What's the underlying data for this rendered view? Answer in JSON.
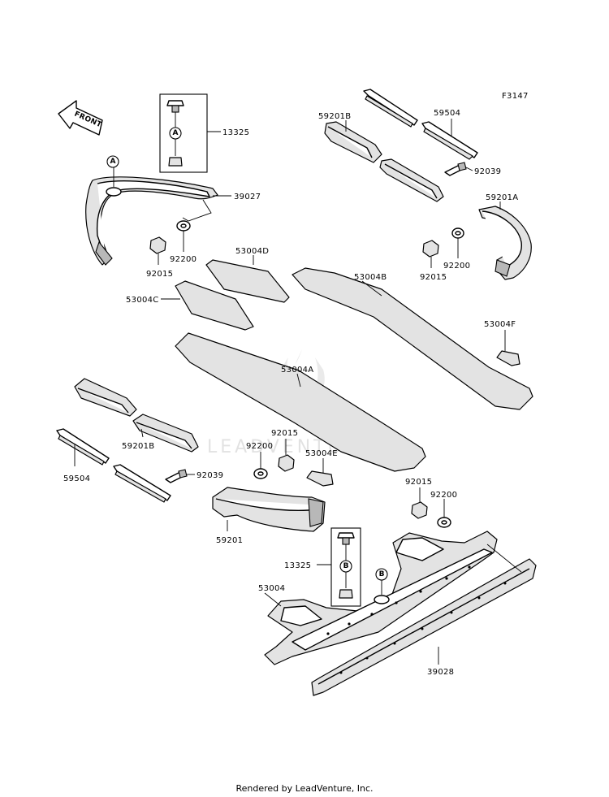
{
  "figure_code": "F3147",
  "front_label": "FRONT",
  "callouts": {
    "a": "A",
    "b": "B"
  },
  "part_labels": {
    "p13325_top": "13325",
    "p39027": "39027",
    "p92200_left": "92200",
    "p92015_left": "92015",
    "p53004D": "53004D",
    "p53004C": "53004C",
    "p53004B": "53004B",
    "p59201B_top": "59201B",
    "p59504_top": "59504",
    "p92039_top": "92039",
    "p59201A": "59201A",
    "p92200_right": "92200",
    "p92015_right": "92015",
    "p53004F": "53004F",
    "p53004A": "53004A",
    "p92015_mid": "92015",
    "p92200_mid": "92200",
    "p53004E": "53004E",
    "p59201B_bot": "59201B",
    "p59504_bot": "59504",
    "p92039_bot": "92039",
    "p59201": "59201",
    "p92015_low": "92015",
    "p92200_low": "92200",
    "p13325_bot": "13325",
    "p53004": "53004",
    "p39028": "39028"
  },
  "watermark": "LEADVENTURE",
  "footer": "Rendered by LeadVenture, Inc."
}
